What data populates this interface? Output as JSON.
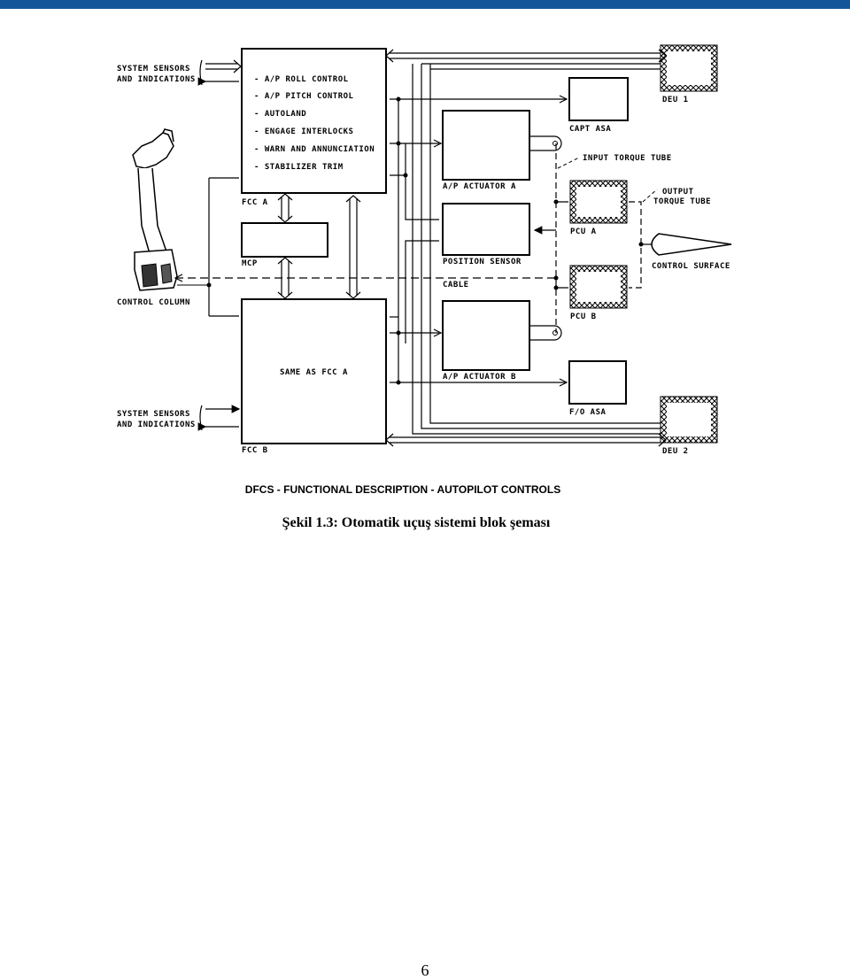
{
  "header_bar_color": "#14559a",
  "diagram": {
    "fcc_a_items": [
      "- A/P ROLL CONTROL",
      "- A/P PITCH CONTROL",
      "- AUTOLAND",
      "- ENGAGE INTERLOCKS",
      "- WARN AND ANNUNCIATION",
      "- STABILIZER TRIM"
    ],
    "system_sensors_top": [
      "SYSTEM SENSORS",
      "AND INDICATIONS"
    ],
    "system_sensors_bottom": [
      "SYSTEM SENSORS",
      "AND INDICATIONS"
    ],
    "fcc_a": "FCC A",
    "fcc_b": "FCC B",
    "mcp": "MCP",
    "same_as_fcc_a": "SAME AS FCC A",
    "control_column": "CONTROL COLUMN",
    "capt_asa": "CAPT ASA",
    "fo_asa": "F/O ASA",
    "ap_actuator_a": "A/P ACTUATOR A",
    "ap_actuator_b": "A/P ACTUATOR B",
    "position_sensor": "POSITION SENSOR",
    "cable": "CABLE",
    "input_torque_tube": "INPUT TORQUE TUBE",
    "output_torque_tube": [
      "OUTPUT",
      "TORQUE TUBE"
    ],
    "pcu_a": "PCU A",
    "pcu_b": "PCU B",
    "control_surface": "CONTROL SURFACE",
    "deu_1": "DEU 1",
    "deu_2": "DEU 2"
  },
  "diagram_title": "DFCS - FUNCTIONAL DESCRIPTION - AUTOPILOT CONTROLS",
  "figure_caption": "Şekil 1.3: Otomatik uçuş sistemi blok şeması",
  "page_number": "6"
}
